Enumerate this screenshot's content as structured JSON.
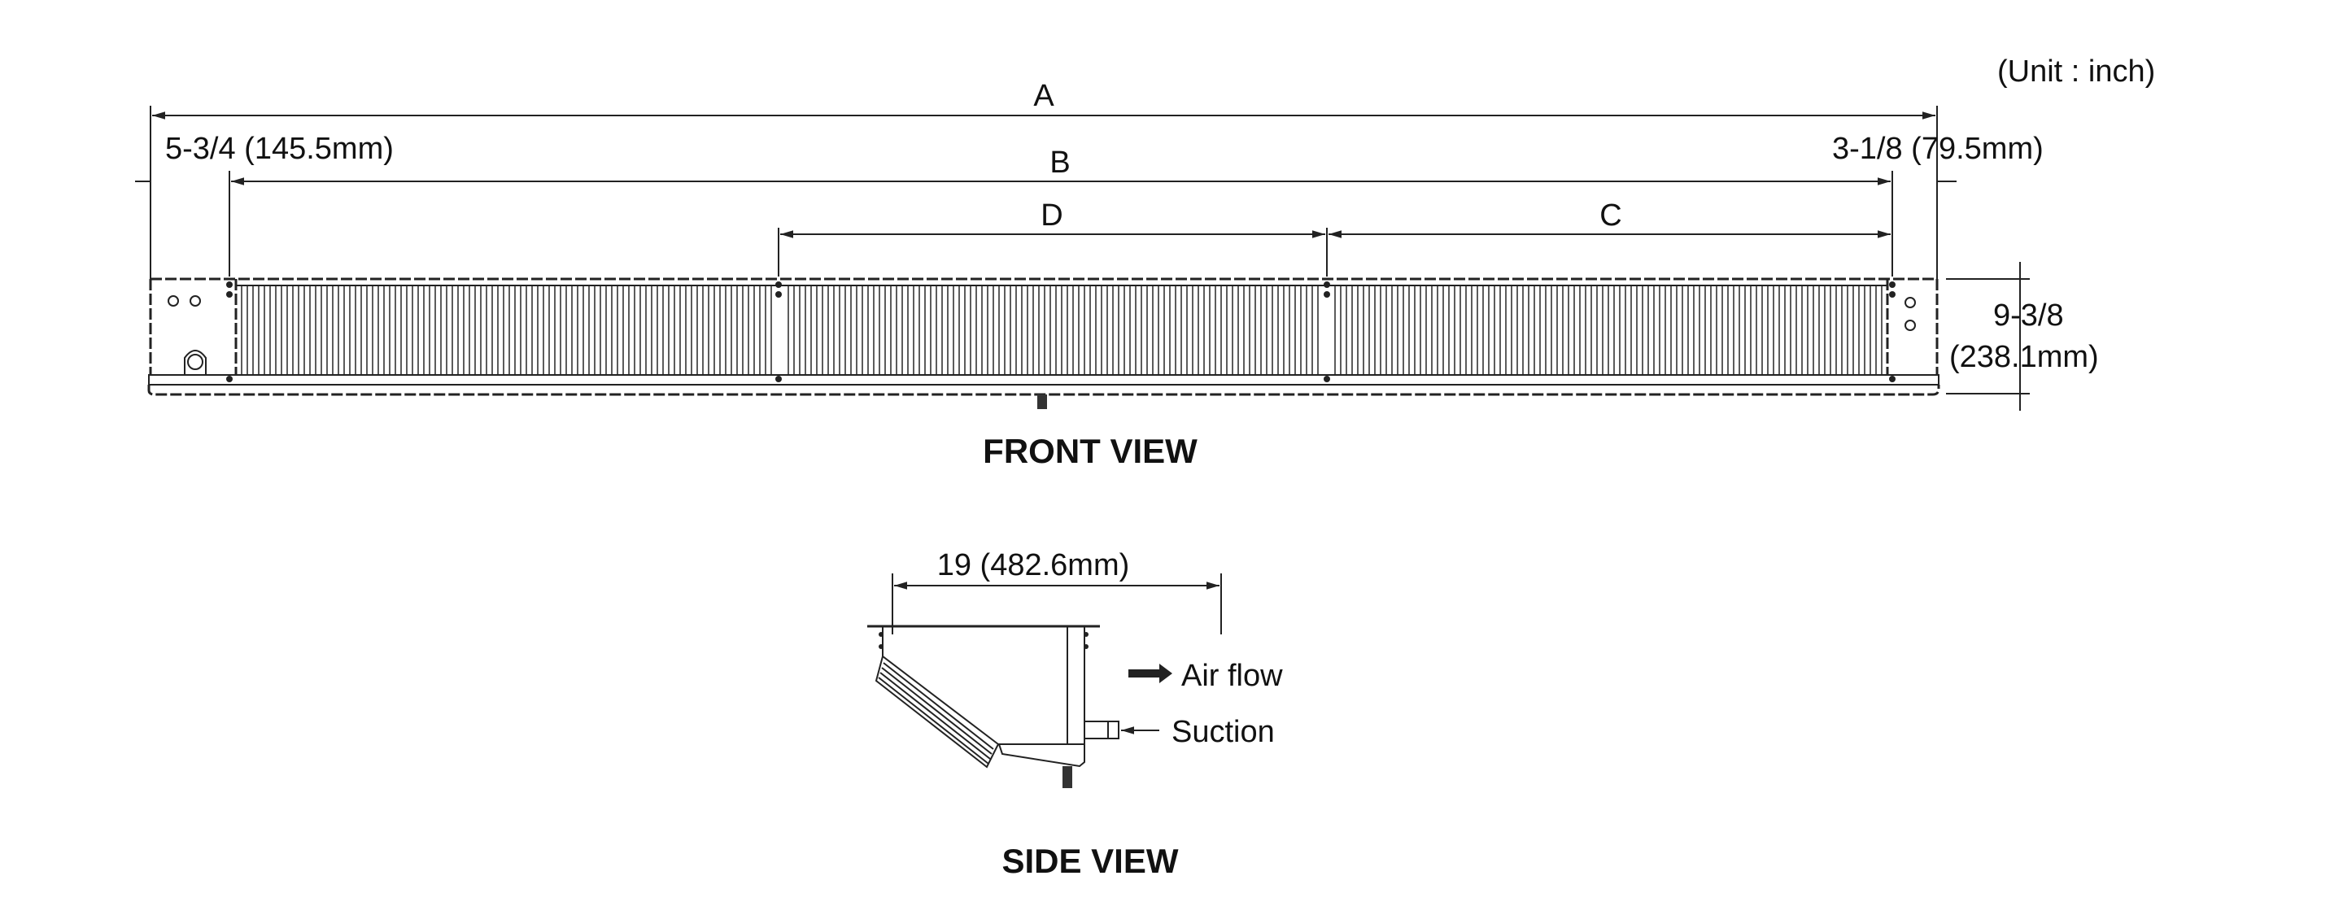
{
  "unit_note": "(Unit : inch)",
  "front_view": {
    "title": "FRONT VIEW",
    "dim_a": "A",
    "dim_b": "B",
    "dim_c": "C",
    "dim_d": "D",
    "left_offset": "5-3/4 (145.5mm)",
    "right_offset": "3-1/8 (79.5mm)",
    "height_in": "9-3/8",
    "height_mm": "(238.1mm)"
  },
  "side_view": {
    "title": "SIDE VIEW",
    "depth": "19 (482.6mm)",
    "air_flow_label": "Air flow",
    "suction_label": "Suction"
  }
}
